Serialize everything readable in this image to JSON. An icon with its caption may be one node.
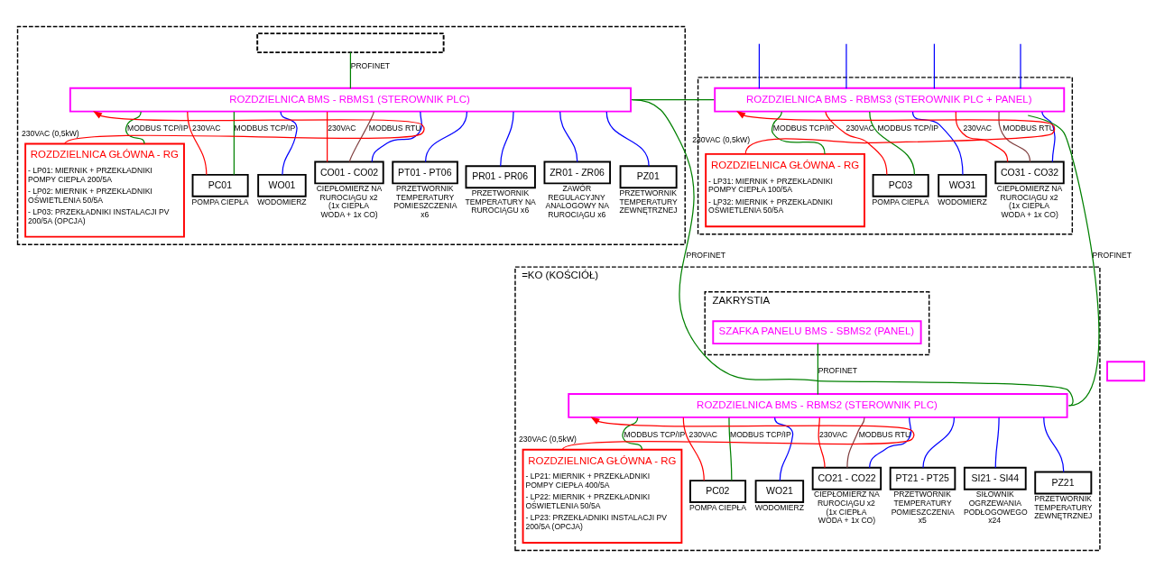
{
  "diagram": {
    "nodes": [
      {
        "text": [],
        "shape": "box"
      },
      {
        "text": [],
        "shape": "box",
        "in": 0
      },
      {
        "text": [],
        "shape": "box"
      },
      {
        "text": [
          "ROZDZIELNICA BMS - RBMS1 (STEROWNIK PLC)"
        ],
        "in": 0
      },
      {
        "text": [
          "ROZDZIELNICA BMS - RBMS3 (STEROWNIK PLC + PANEL)"
        ],
        "in": 2
      },
      {
        "text": [
          "ROZDZIELNICA GŁÓWNA - RG",
          "- LP01: MIERNIK + PRZEKŁADNIKI POMPY CIEPŁA 200/5A",
          "- LP02: MIERNIK + PRZEKŁADNIKI OŚWIETLENIA 50/5A",
          "- LP03: PRZEKŁADNIKI INSTALACJI PV 200/5A (OPCJA)"
        ],
        "in": 0
      },
      {
        "text": [
          "ROZDZIELNICA GŁÓWNA - RG",
          "- LP31: MIERNIK + PRZEKŁADNIKI POMPY CIEPŁA 100/5A",
          "- LP32: MIERNIK + PRZEKŁADNIKI OŚWIETLENIA 50/5A"
        ],
        "in": 2
      },
      {
        "text": [
          "PC01"
        ],
        "beside": [
          "POMPA CIEPŁA"
        ],
        "in": 0
      },
      {
        "text": [
          "WO01"
        ],
        "beside": [
          "WODOMIERZ"
        ],
        "in": 0
      },
      {
        "text": [
          "CO01 - CO02"
        ],
        "beside": [
          "CIEPŁOMIERZ NA RUROCIĄGU x2 (1x CIEPŁA WODA + 1x CO)"
        ],
        "in": 0
      },
      {
        "text": [
          "PT01 - PT06"
        ],
        "beside": [
          "PRZETWORNIK TEMPERATURY POMIESZCZENIA x6"
        ],
        "in": 0
      },
      {
        "text": [
          "PR01 - PR06"
        ],
        "beside": [
          "PRZETWORNIK TEMPERATURY NA RUROCIĄGU x6"
        ],
        "in": 0
      },
      {
        "text": [
          "ZR01 - ZR06"
        ],
        "beside": [
          "ZAWÓR REGULACYJNY ANALOGOWY NA RUROCIĄGU x6"
        ],
        "in": 0
      },
      {
        "text": [
          "PZ01"
        ],
        "beside": [
          "PRZETWORNIK TEMPERATURY ZEWNĘTRZNEJ"
        ],
        "in": 0
      },
      {
        "text": [
          "PC03"
        ],
        "beside": [
          "POMPA CIEPŁA"
        ],
        "in": 2
      },
      {
        "text": [
          "WO31"
        ],
        "beside": [
          "WODOMIERZ"
        ],
        "in": 2
      },
      {
        "text": [
          "CO31 - CO32"
        ],
        "beside": [
          "CIEPŁOMIERZ NA RUROCIĄGU x2 (1x CIEPŁA WODA + 1x CO)"
        ],
        "in": 2
      },
      {
        "text": [
          "=KO (KOŚCIÓŁ)"
        ]
      },
      {
        "text": [
          "ZAKRYSTIA"
        ],
        "in": 17
      },
      {
        "text": [
          "SZAFKA PANELU BMS - SBMS2 (PANEL)"
        ],
        "in": 18
      },
      {
        "text": [
          "ROZDZIELNICA BMS - RBMS2 (STEROWNIK PLC)"
        ],
        "in": 17
      },
      {
        "text": [
          "ROZDZIELNICA GŁÓWNA - RG",
          "- LP21: MIERNIK + PRZEKŁADNIKI POMPY CIEPŁA 400/5A",
          "- LP22: MIERNIK + PRZEKŁADNIKI OŚWIETLENIA 50/5A",
          "- LP23: PRZEKŁADNIKI INSTALACJI PV 200/5A (OPCJA)"
        ],
        "in": 17
      },
      {
        "text": [
          "PC02"
        ],
        "beside": [
          "POMPA CIEPŁA"
        ],
        "in": 17
      },
      {
        "text": [
          "WO21"
        ],
        "beside": [
          "WODOMIERZ"
        ],
        "in": 17
      },
      {
        "text": [
          "CO21 - CO22"
        ],
        "beside": [
          "CIEPŁOMIERZ NA RUROCIĄGU x2 (1x CIEPŁA WODA + 1x CO)"
        ],
        "in": 17
      },
      {
        "text": [
          "PT21 - PT25"
        ],
        "beside": [
          "PRZETWORNIK TEMPERATURY POMIESZCZENIA x5"
        ],
        "in": 17
      },
      {
        "text": [
          "SI21 - SI44"
        ],
        "beside": [
          "SIŁOWNIK OGRZEWANIA PODŁOGOWEGO x24"
        ],
        "in": 17
      },
      {
        "text": [
          "PZ21"
        ],
        "beside": [
          "PRZETWORNIK TEMPERATURY ZEWNĘTRZNEJ"
        ],
        "in": 17
      },
      {
        "text": [],
        "shape": "box"
      }
    ],
    "edges": [
      {
        "from": 1,
        "to": 3,
        "arrow": "none",
        "label": "PROFINET",
        "color": "#008000"
      },
      {
        "from": 5,
        "to": 3,
        "arrow": "to",
        "label": "230VAC (0,5kW)",
        "color": "#ff0000"
      },
      {
        "from": 3,
        "to": 5,
        "arrow": "none",
        "label": "MODBUS TCP/IP",
        "color": "#008000"
      },
      {
        "from": 3,
        "to": 7,
        "arrow": "none",
        "label": "230VAC",
        "color": "#ff0000"
      },
      {
        "from": 3,
        "to": 7,
        "arrow": "none",
        "label": "MODBUS TCP/IP",
        "color": "#008000"
      },
      {
        "from": 3,
        "to": 8,
        "arrow": "none"
      },
      {
        "from": 3,
        "to": 9,
        "arrow": "none",
        "label": "230VAC",
        "color": "#ff0000"
      },
      {
        "from": 3,
        "to": 9,
        "arrow": "none",
        "label": "MODBUS RTU",
        "color": "#804040"
      },
      {
        "from": 3,
        "to": 9,
        "arrow": "none"
      },
      {
        "from": 3,
        "to": 10,
        "arrow": "none"
      },
      {
        "from": 3,
        "to": 11,
        "arrow": "none"
      },
      {
        "from": 3,
        "to": 12,
        "arrow": "none"
      },
      {
        "from": 3,
        "to": 13,
        "arrow": "none"
      },
      {
        "from": 3,
        "to": 4,
        "arrow": "none",
        "color": "#008000"
      },
      {
        "from": 3,
        "to": 20,
        "arrow": "none",
        "label": "PROFINET",
        "color": "#008000"
      },
      {
        "from": 4,
        "to": 20,
        "arrow": "none",
        "label": "PROFINET",
        "color": "#008000"
      },
      {
        "from": null,
        "to": 4,
        "arrow": "none"
      },
      {
        "from": null,
        "to": 4,
        "arrow": "none"
      },
      {
        "from": null,
        "to": 4,
        "arrow": "none"
      },
      {
        "from": null,
        "to": 4,
        "arrow": "none"
      },
      {
        "from": 6,
        "to": 4,
        "arrow": "to",
        "label": "230VAC (0,5kW)",
        "color": "#ff0000"
      },
      {
        "from": 4,
        "to": 6,
        "arrow": "none",
        "label": "MODBUS TCP/IP",
        "color": "#008000"
      },
      {
        "from": 4,
        "to": 14,
        "arrow": "none",
        "label": "230VAC",
        "color": "#ff0000"
      },
      {
        "from": 4,
        "to": 14,
        "arrow": "none",
        "label": "MODBUS TCP/IP",
        "color": "#008000"
      },
      {
        "from": 4,
        "to": 15,
        "arrow": "none"
      },
      {
        "from": 4,
        "to": 16,
        "arrow": "none",
        "label": "230VAC",
        "color": "#ff0000"
      },
      {
        "from": 4,
        "to": 16,
        "arrow": "none",
        "label": "MODBUS RTU",
        "color": "#804040"
      },
      {
        "from": 4,
        "to": 16,
        "arrow": "none"
      },
      {
        "from": 19,
        "to": 20,
        "arrow": "none",
        "label": "PROFINET",
        "color": "#008000"
      },
      {
        "from": 21,
        "to": 20,
        "arrow": "to",
        "label": "230VAC (0,5kW)",
        "color": "#ff0000"
      },
      {
        "from": 20,
        "to": 21,
        "arrow": "none",
        "label": "MODBUS TCP/IP",
        "color": "#008000"
      },
      {
        "from": 20,
        "to": 22,
        "arrow": "none",
        "label": "230VAC",
        "color": "#ff0000"
      },
      {
        "from": 20,
        "to": 22,
        "arrow": "none",
        "label": "MODBUS TCP/IP",
        "color": "#008000"
      },
      {
        "from": 20,
        "to": 23,
        "arrow": "none"
      },
      {
        "from": 20,
        "to": 24,
        "arrow": "none",
        "label": "230VAC",
        "color": "#ff0000"
      },
      {
        "from": 20,
        "to": 24,
        "arrow": "none",
        "label": "MODBUS RTU",
        "color": "#804040"
      },
      {
        "from": 20,
        "to": 24,
        "arrow": "none"
      },
      {
        "from": 20,
        "to": 25,
        "arrow": "none"
      },
      {
        "from": 20,
        "to": 26,
        "arrow": "none"
      },
      {
        "from": 20,
        "to": 27,
        "arrow": "none"
      }
    ]
  }
}
